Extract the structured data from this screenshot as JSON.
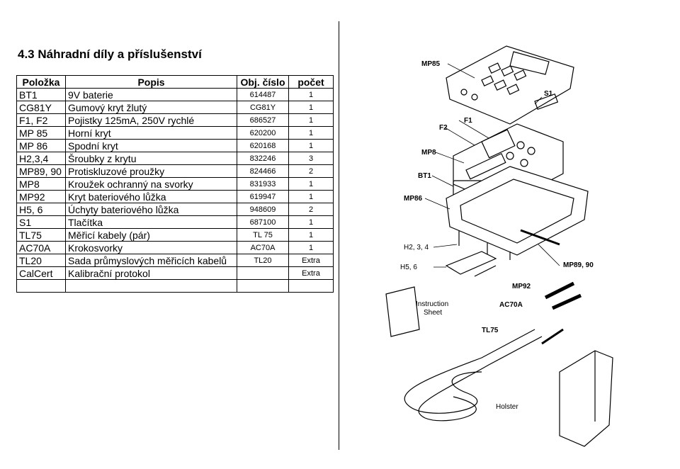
{
  "section_title": "4.3 Náhradní díly a příslušenství",
  "table": {
    "headers": [
      "Položka",
      "Popis",
      "Obj. číslo",
      "počet"
    ],
    "rows": [
      [
        "BT1",
        "9V baterie",
        "614487",
        "1"
      ],
      [
        "CG81Y",
        "Gumový kryt žlutý",
        "CG81Y",
        "1"
      ],
      [
        "F1, F2",
        "Pojistky 125mA, 250V rychlé",
        "686527",
        "1"
      ],
      [
        "MP 85",
        "Horní kryt",
        "620200",
        "1"
      ],
      [
        "MP 86",
        "Spodní kryt",
        "620168",
        "1"
      ],
      [
        "H2,3,4",
        "Šroubky z krytu",
        "832246",
        "3"
      ],
      [
        "MP89, 90",
        "Protiskluzové proužky",
        "824466",
        "2"
      ],
      [
        "MP8",
        "Kroužek ochranný na svorky",
        "831933",
        "1"
      ],
      [
        "MP92",
        "Kryt bateriového lůžka",
        "619947",
        "1"
      ],
      [
        "H5, 6",
        "Úchyty bateriového lůžka",
        "948609",
        "2"
      ],
      [
        "S1",
        "Tlačítka",
        "687100",
        "1"
      ],
      [
        "TL75",
        "Měřicí kabely (pár)",
        "TL 75",
        "1"
      ],
      [
        "AC70A",
        "Krokosvorky",
        "AC70A",
        "1"
      ],
      [
        "TL20",
        "Sada průmyslových měřicích kabelů",
        "TL20",
        "Extra"
      ],
      [
        "CalCert",
        "Kalibrační protokol",
        "",
        "Extra"
      ],
      [
        "",
        "",
        "",
        ""
      ]
    ]
  },
  "diagram_labels": {
    "mp85": "MP85",
    "s1": "S1",
    "f1": "F1",
    "f2": "F2",
    "mp8": "MP8",
    "bt1": "BT1",
    "mp86": "MP86",
    "h234": "H2, 3, 4",
    "h56": "H5, 6",
    "mp8990": "MP89, 90",
    "mp92": "MP92",
    "ac70a": "AC70A",
    "tl75": "TL75",
    "instruction_line1": "Instruction",
    "instruction_line2": "Sheet",
    "holster": "Holster"
  }
}
